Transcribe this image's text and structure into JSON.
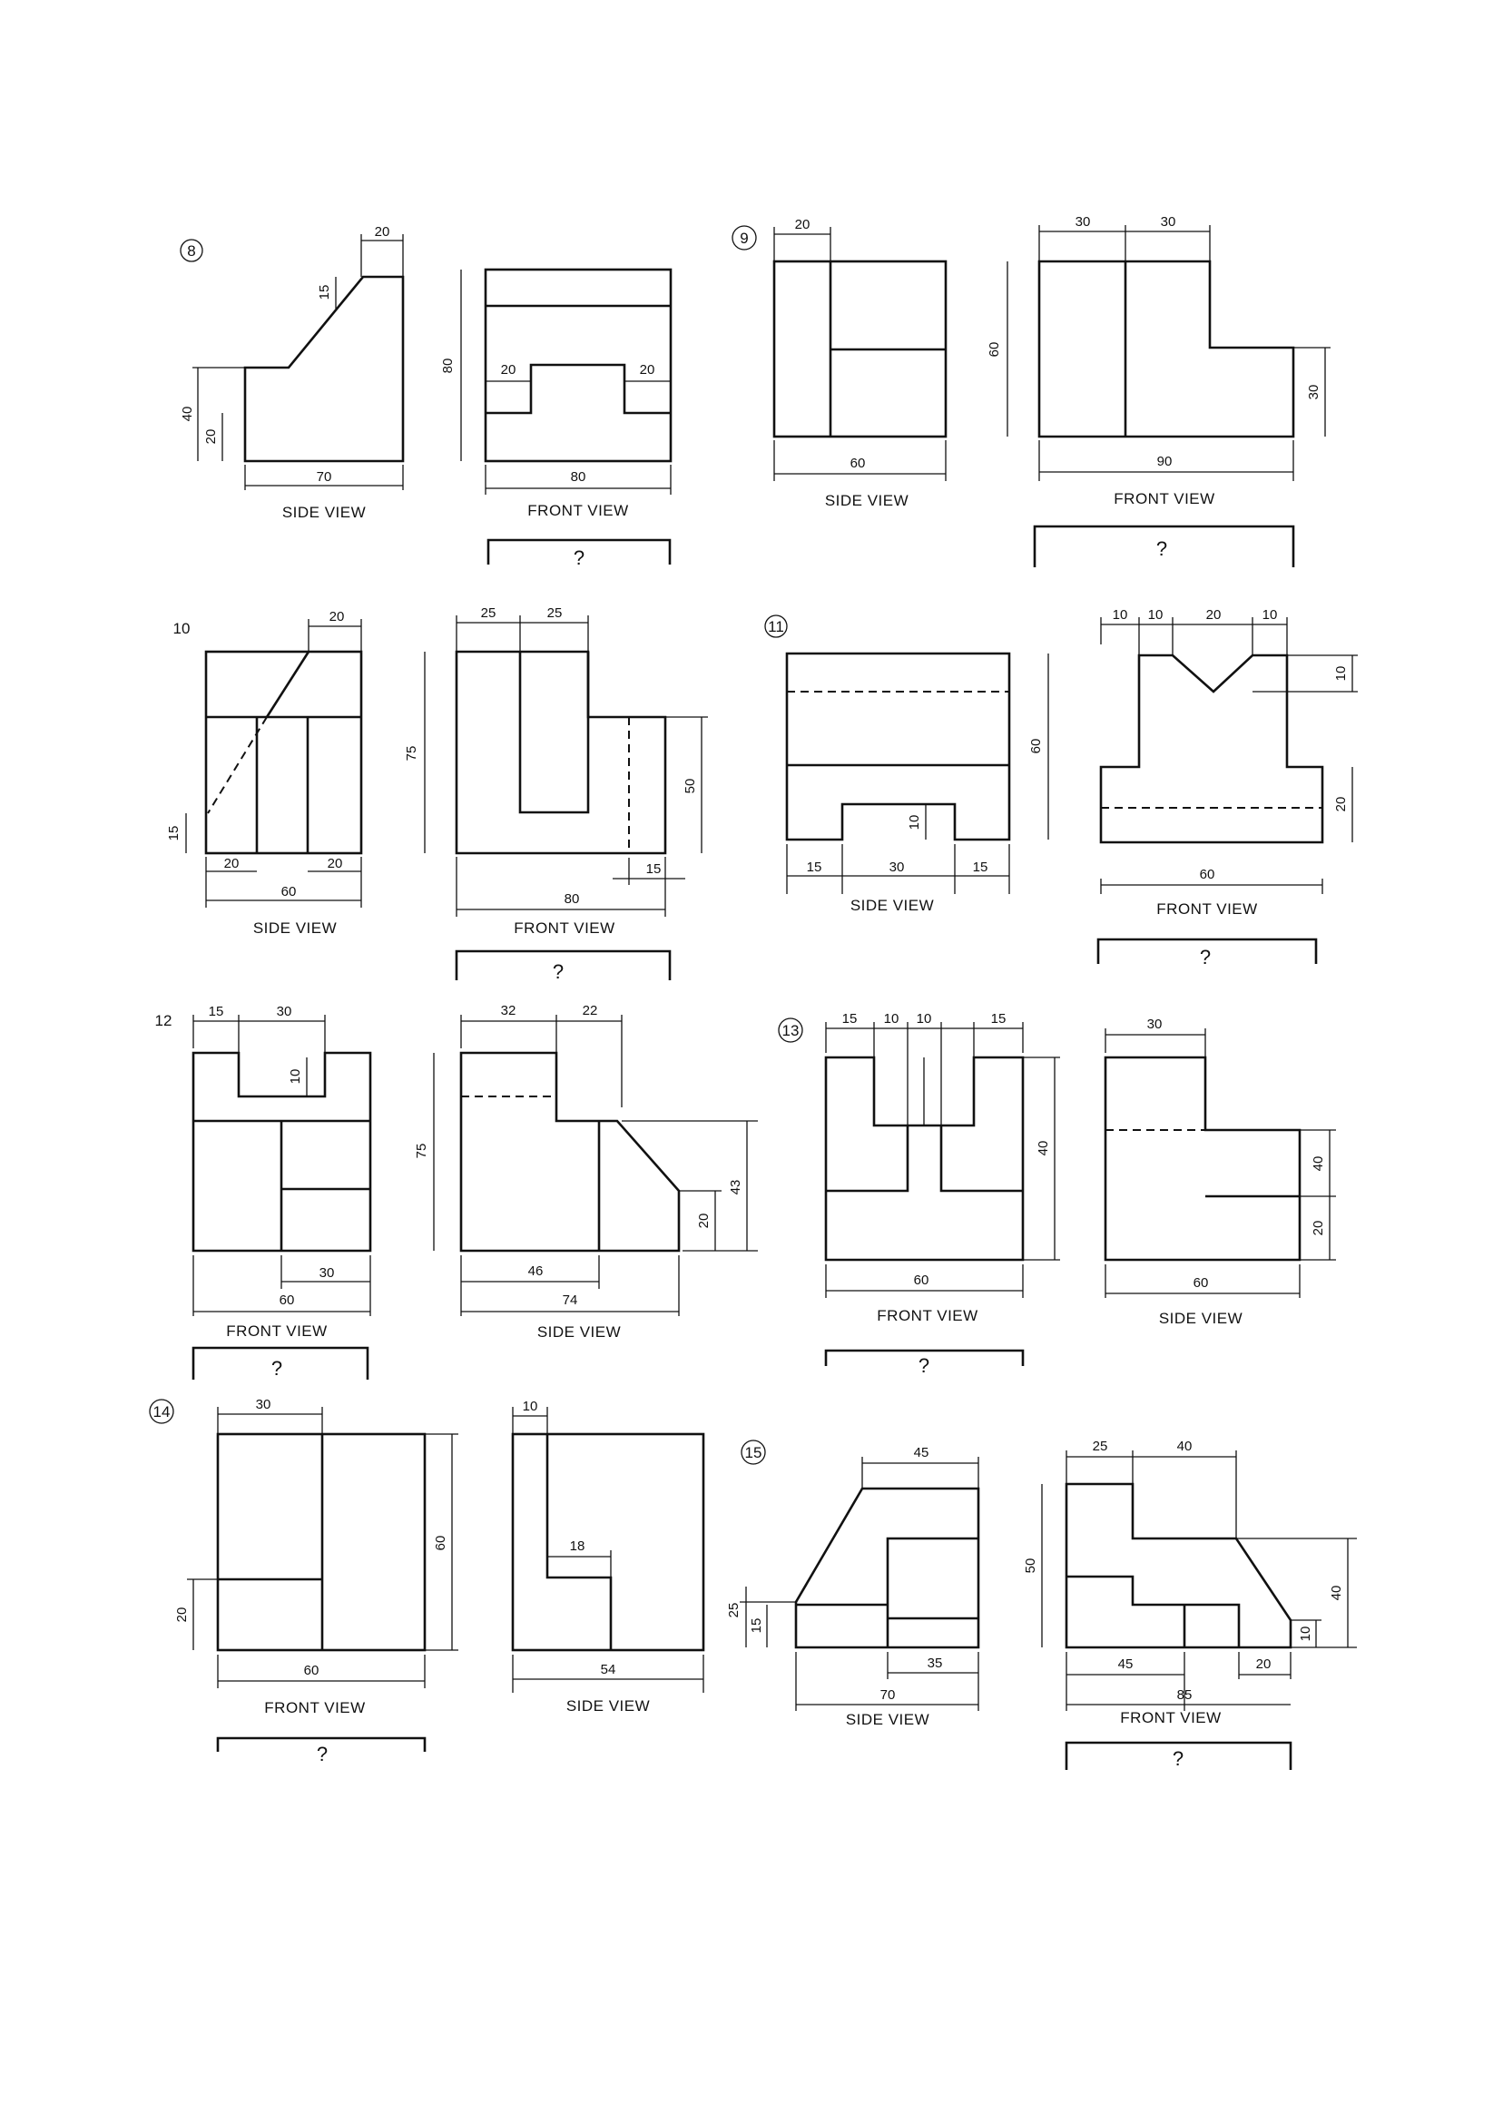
{
  "captions": {
    "side": "SIDE VIEW",
    "front": "FRONT VIEW"
  },
  "question_mark": "?",
  "problems": {
    "p8": {
      "number": "8",
      "dims": {
        "top": "20",
        "step": "15",
        "h40": "40",
        "h20": "20",
        "w70": "70",
        "h80": "80",
        "f20a": "20",
        "f20b": "20",
        "w80": "80"
      }
    },
    "p9": {
      "number": "9",
      "dims": {
        "s20": "20",
        "s60": "60",
        "f30a": "30",
        "f30b": "30",
        "f60": "60",
        "f30c": "30",
        "f90": "90"
      }
    },
    "p10": {
      "number": "10",
      "dims": {
        "s20top": "20",
        "s15": "15",
        "s20a": "20",
        "s20b": "20",
        "s60": "60",
        "f25a": "25",
        "f25b": "25",
        "f75": "75",
        "f50": "50",
        "f15": "15",
        "f80": "80"
      }
    },
    "p11": {
      "number": "11",
      "dims": {
        "s60": "60",
        "s10": "10",
        "s15a": "15",
        "s30": "30",
        "s15b": "15",
        "f10a": "10",
        "f10b": "10",
        "f20a": "20",
        "f10c": "10",
        "f10v": "10",
        "f20v": "20",
        "f60": "60"
      }
    },
    "p12": {
      "number": "12",
      "dims": {
        "f15": "15",
        "f30": "30",
        "f10": "10",
        "f30b": "30",
        "f60": "60",
        "s32": "32",
        "s22": "22",
        "s75": "75",
        "s43": "43",
        "s20": "20",
        "s46": "46",
        "s74": "74"
      }
    },
    "p13": {
      "number": "13",
      "dims": {
        "f15a": "15",
        "f10a": "10",
        "f10b": "10",
        "f15b": "15",
        "f40": "40",
        "f60": "60",
        "s30": "30",
        "s40": "40",
        "s20": "20",
        "s60": "60"
      }
    },
    "p14": {
      "number": "14",
      "dims": {
        "f30": "30",
        "f60v": "60",
        "f20": "20",
        "f60": "60",
        "s10": "10",
        "s18": "18",
        "s54": "54"
      }
    },
    "p15": {
      "number": "15",
      "dims": {
        "s45": "45",
        "s25": "25",
        "s15": "15",
        "s35": "35",
        "s70": "70",
        "f25": "25",
        "f40": "40",
        "f50": "50",
        "f40v": "40",
        "f10": "10",
        "f45": "45",
        "f20": "20",
        "f85": "85"
      }
    }
  }
}
